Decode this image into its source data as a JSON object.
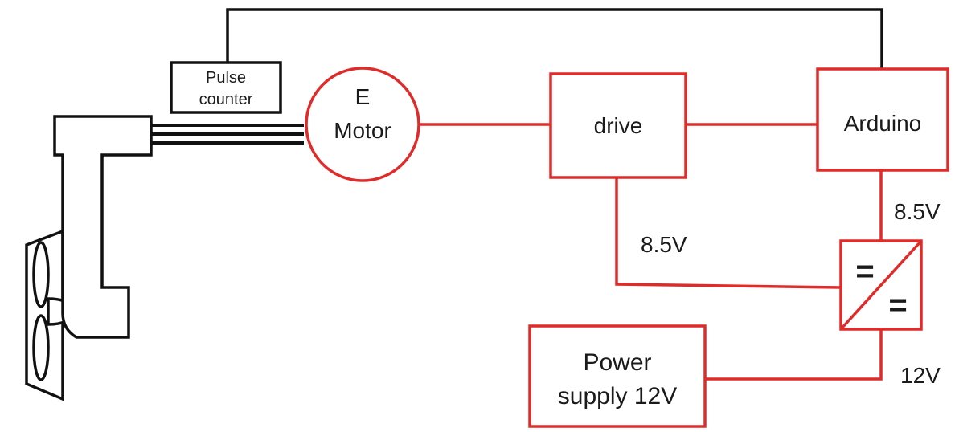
{
  "labels": {
    "pulse_counter_line1": "Pulse",
    "pulse_counter_line2": "counter",
    "motor_line1": "E",
    "motor_line2": "Motor",
    "drive": "drive",
    "arduino": "Arduino",
    "power_supply_line1": "Power",
    "power_supply_line2": "supply 12V",
    "converter_in_symbol": "=",
    "converter_out_symbol": "=",
    "voltage_arduino": "8.5V",
    "voltage_drive": "8.5V",
    "voltage_supply": "12V"
  },
  "colors": {
    "power_wire": "#e02b2b",
    "signal_wire": "#111111"
  },
  "icons": {
    "fan_unit": "fan-with-housing-icon",
    "shaft": "shaft-icon",
    "converter": "dc-dc-converter-icon"
  }
}
